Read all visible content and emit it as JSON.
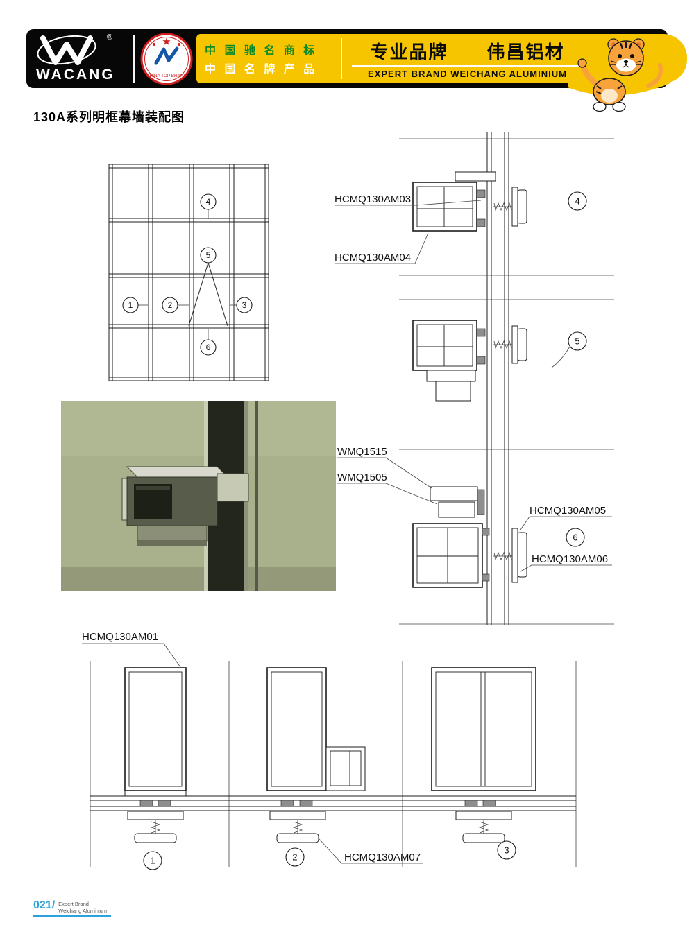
{
  "header": {
    "wacang": "WACANG",
    "registered": "®",
    "cn_row1": "中 国 驰 名 商 标",
    "cn_row2": "中 国 名 牌 产 品",
    "brand_cn": "专业品牌　　伟昌铝材",
    "brand_en": "EXPERT BRAND WEICHANG ALUMINIUM",
    "seal_bottom": "CHINA TOP BRAND"
  },
  "title": "130A系列明框幕墙装配图",
  "elevation": {
    "c1": "1",
    "c2": "2",
    "c3": "3",
    "c4": "4",
    "c5": "5",
    "c6": "6"
  },
  "vsection": {
    "label_am03": "HCMQ130AM03",
    "label_am04": "HCMQ130AM04",
    "label_wmq1515": "WMQ1515",
    "label_wmq1505": "WMQ1505",
    "label_am05": "HCMQ130AM05",
    "label_am06": "HCMQ130AM06",
    "c4": "4",
    "c5": "5",
    "c6": "6"
  },
  "bsection": {
    "label_am01": "HCMQ130AM01",
    "label_am07": "HCMQ130AM07",
    "c1": "1",
    "c2": "2",
    "c3": "3"
  },
  "footer": {
    "page": "021/",
    "tag1": "Expert Brand",
    "tag2": "Weichang Aluminium"
  },
  "colors": {
    "banner_yellow": "#f6c500",
    "header_black": "#070707",
    "green_cn": "#0a8a28",
    "footer_blue": "#2aa3dc",
    "seal_red": "#cf1f1f",
    "photo_bg": "#a9b08c"
  }
}
